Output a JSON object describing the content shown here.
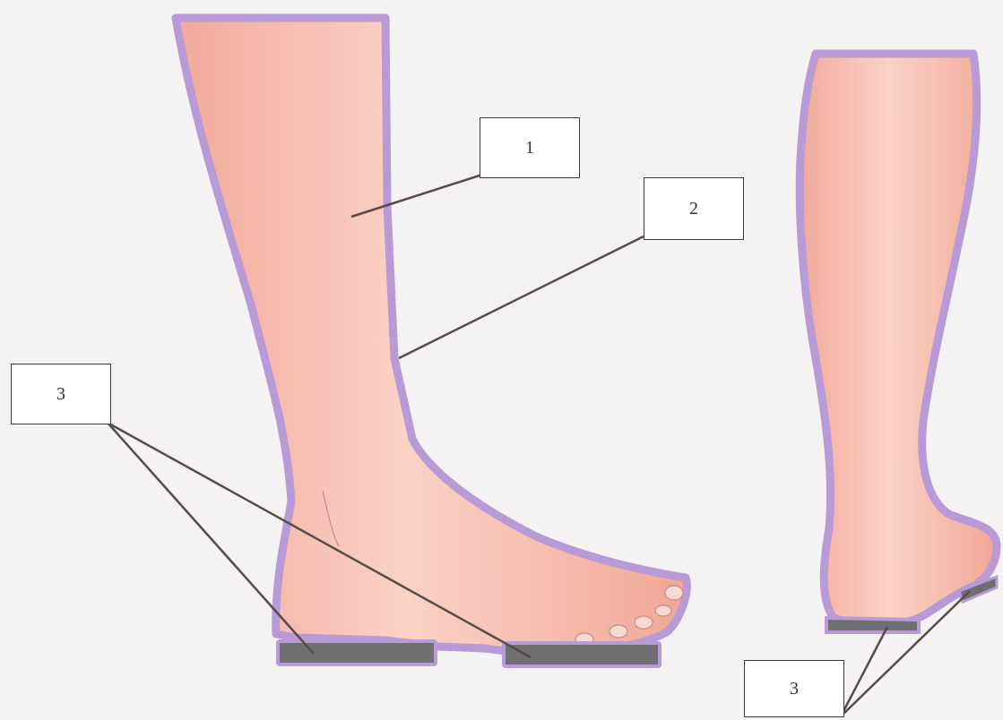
{
  "labels": {
    "one": "1",
    "two": "2",
    "three_left": "3",
    "three_right": "3"
  },
  "colors": {
    "background": "#f4f2f3",
    "skin": "#f3b3a5",
    "skin_light": "#fbd3c8",
    "outline": "#b79ad6",
    "sole": "#6f6f72",
    "leader": "#5a4a4a"
  },
  "icons": {
    "side_view": "foot-side-view-illustration",
    "back_view": "leg-back-view-illustration"
  }
}
